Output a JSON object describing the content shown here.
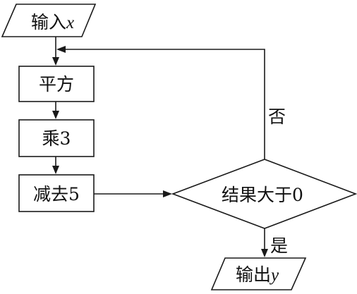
{
  "nodes": {
    "input": {
      "text": "输入",
      "var": "x"
    },
    "square": {
      "text": "平方"
    },
    "multiply": {
      "text": "乘3"
    },
    "subtract": {
      "text": "减去5"
    },
    "decision": {
      "text": "结果大于0"
    },
    "output": {
      "text": "输出",
      "var": "y"
    }
  },
  "edges": {
    "no_label": "否",
    "yes_label": "是"
  }
}
